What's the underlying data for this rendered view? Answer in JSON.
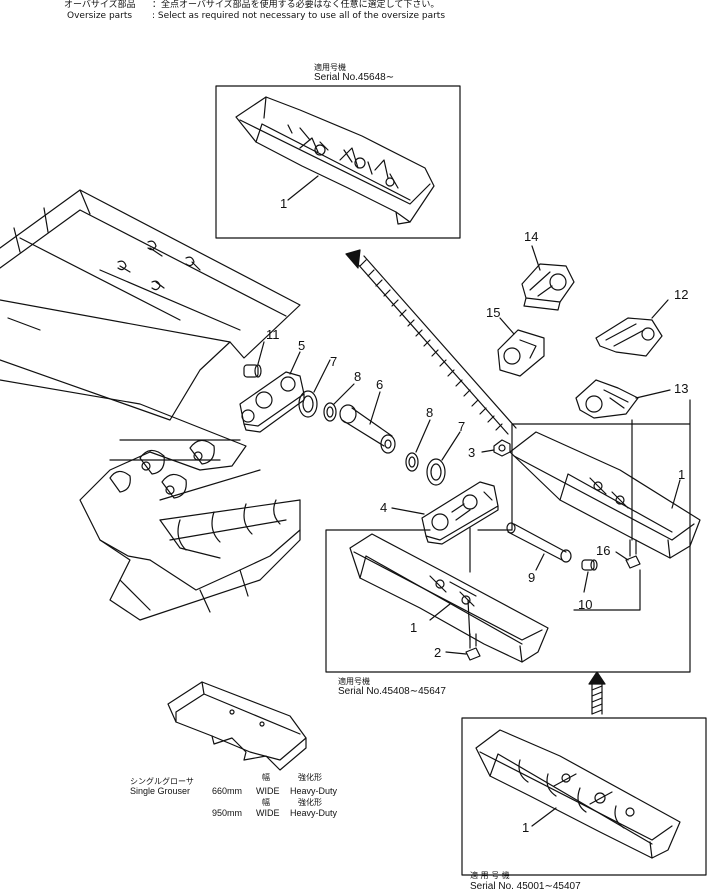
{
  "header": {
    "line1_label": "オーバサイズ部品",
    "line1_text": "：全点オーバサイズ部品を使用する必要はなく任意に選定して下さい。",
    "line2_label": "Oversize parts",
    "line2_text": ": Select as required not necessary to use all of the oversize parts"
  },
  "inset_top": {
    "jp": "適用号機",
    "serial": "Serial No.45648∼",
    "callout": "1"
  },
  "inset_middle": {
    "jp": "適用号機",
    "serial": "Serial No.45408∼45647"
  },
  "inset_bottom": {
    "jp": "適 用 号 機",
    "serial": "Serial  No.  45001∼45407",
    "callout": "1"
  },
  "callouts": {
    "c1a": "1",
    "c1b": "1",
    "c2": "2",
    "c3": "3",
    "c4": "4",
    "c5": "5",
    "c6": "6",
    "c7a": "7",
    "c7b": "7",
    "c8a": "8",
    "c8b": "8",
    "c9": "9",
    "c10": "10",
    "c11": "11",
    "c12": "12",
    "c13": "13",
    "c14": "14",
    "c15": "15",
    "c16": "16"
  },
  "shoe_table": {
    "col_width_jp": "幅",
    "col_width": "WIDE",
    "col_type_jp": "強化形",
    "col_type": "Heavy-Duty",
    "name_jp": "シングルグローサ",
    "name": "Single  Grouser",
    "size1": "660mm",
    "size2": "950mm"
  }
}
